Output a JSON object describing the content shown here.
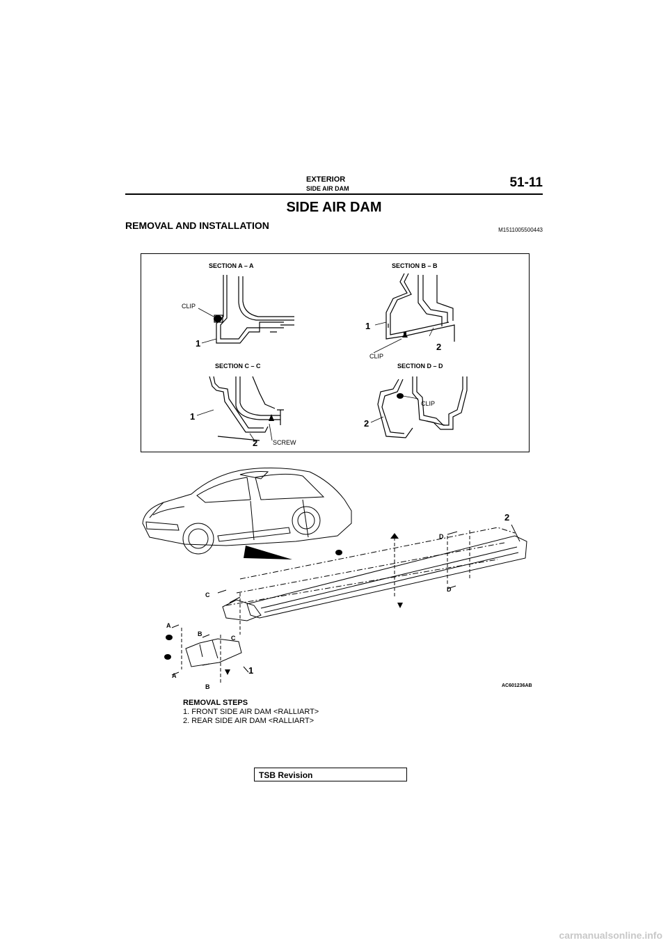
{
  "header": {
    "section": "EXTERIOR",
    "subsection": "SIDE AIR DAM",
    "page_number": "51-11"
  },
  "title": "SIDE AIR DAM",
  "subtitle": "REMOVAL AND INSTALLATION",
  "doc_code": "M1511005500443",
  "section_diagram": {
    "section_a": "SECTION A – A",
    "section_b": "SECTION B – B",
    "section_c": "SECTION C – C",
    "section_d": "SECTION D – D",
    "clip": "CLIP",
    "screw": "SCREW",
    "n1": "1",
    "n2": "2"
  },
  "main_diagram": {
    "label_a": "A",
    "label_b": "B",
    "label_c": "C",
    "label_d": "D",
    "n1": "1",
    "n2": "2",
    "figure_code": "AC601236AB"
  },
  "removal": {
    "title": "REMOVAL STEPS",
    "steps": [
      "1.   FRONT SIDE AIR DAM <RALLIART>",
      "2.   REAR SIDE AIR DAM <RALLIART>"
    ]
  },
  "tsb_label": "TSB Revision",
  "footer": "carmanualsonline.info"
}
